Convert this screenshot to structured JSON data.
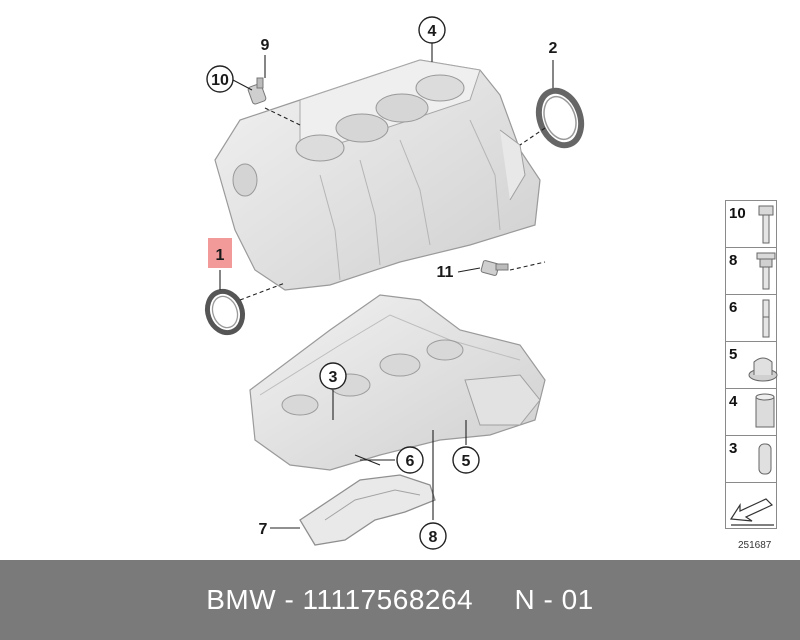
{
  "callouts": {
    "c1": "1",
    "c2": "2",
    "c3": "3",
    "c4": "4",
    "c5": "5",
    "c6": "6",
    "c7": "7",
    "c8": "8",
    "c9": "9",
    "c10": "10",
    "c11": "11"
  },
  "legend": [
    {
      "label": "10",
      "icon": "hex-flange-bolt-icon"
    },
    {
      "label": "8",
      "icon": "flange-bolt-icon"
    },
    {
      "label": "6",
      "icon": "stud-bolt-icon"
    },
    {
      "label": "5",
      "icon": "sealing-plug-icon"
    },
    {
      "label": "4",
      "icon": "dowel-sleeve-icon"
    },
    {
      "label": "3",
      "icon": "dowel-pin-icon"
    }
  ],
  "reference_code": "251687",
  "footer": {
    "text": "BMW - 11117568264     N - 01"
  },
  "colors": {
    "highlight": "#f29a9a",
    "part_fill": "#e6e6e6",
    "part_stroke": "#9a9a9a",
    "footer_bg": "#7a7a7a"
  }
}
